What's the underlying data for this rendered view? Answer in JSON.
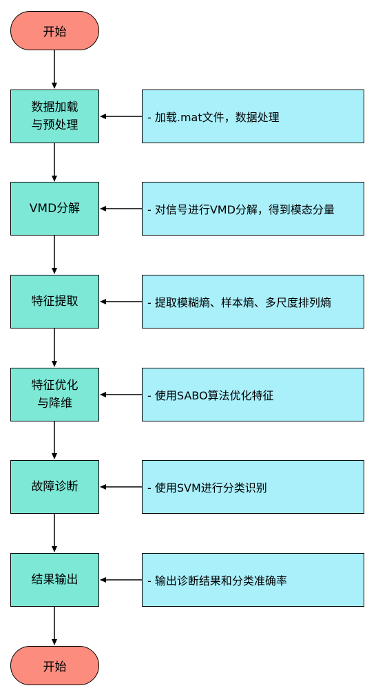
{
  "colors": {
    "terminal_fill": "#FB8C7E",
    "step_fill": "#7DE8D6",
    "note_fill": "#A9F0FB",
    "stroke": "#000000"
  },
  "start": {
    "label": "开始"
  },
  "end": {
    "label": "开始"
  },
  "steps": [
    {
      "label": "数据加载\n与预处理",
      "note": "- 加载.mat文件，数据处理"
    },
    {
      "label": "VMD分解",
      "note": "- 对信号进行VMD分解，得到模态分量"
    },
    {
      "label": "特征提取",
      "note": "- 提取模糊熵、样本熵、多尺度排列熵"
    },
    {
      "label": "特征优化\n与降维",
      "note": "- 使用SABO算法优化特征"
    },
    {
      "label": "故障诊断",
      "note": "- 使用SVM进行分类识别"
    },
    {
      "label": "结果输出",
      "note": "- 输出诊断结果和分类准确率"
    }
  ]
}
